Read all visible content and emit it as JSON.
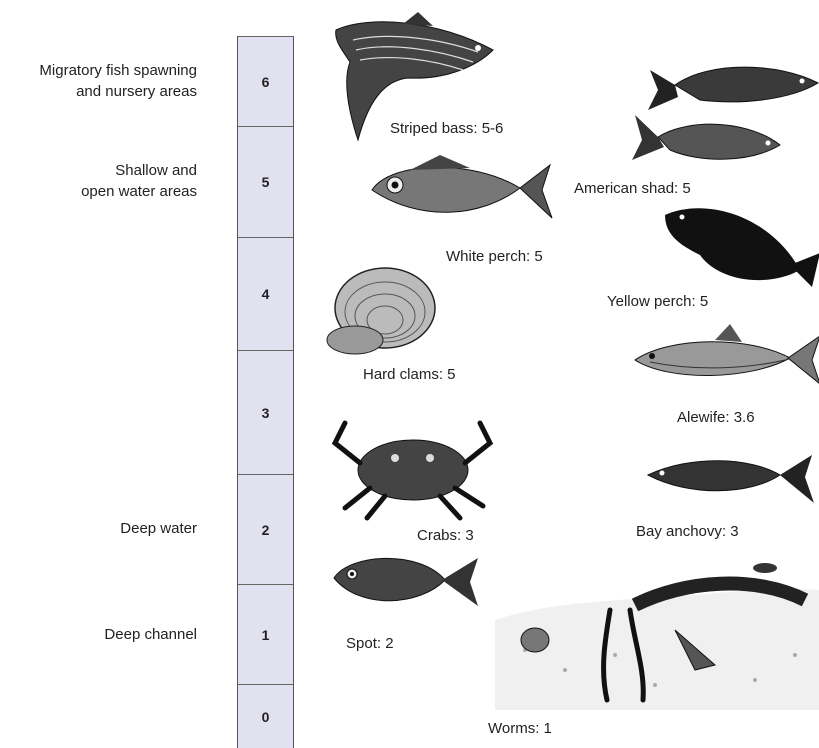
{
  "zones": [
    {
      "line1": "Migratory fish spawning",
      "line2": "and nursery areas"
    },
    {
      "line1": "Shallow and",
      "line2": "open water areas"
    },
    {
      "line1": "Deep water"
    },
    {
      "line1": "Deep channel"
    }
  ],
  "scale": [
    "6",
    "5",
    "4",
    "3",
    "2",
    "1",
    "0"
  ],
  "species": {
    "striped_bass": "Striped bass: 5-6",
    "american_shad": "American shad: 5",
    "white_perch": "White perch: 5",
    "yellow_perch": "Yellow perch: 5",
    "hard_clams": "Hard clams: 5",
    "alewife": "Alewife: 3.6",
    "crabs": "Crabs: 3",
    "bay_anchovy": "Bay anchovy: 3",
    "spot": "Spot: 2",
    "worms": "Worms: 1"
  }
}
